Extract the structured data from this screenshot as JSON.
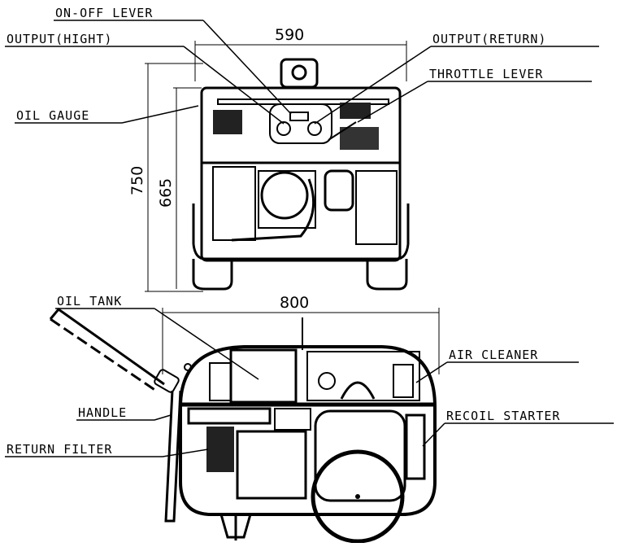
{
  "labels": {
    "on_off_lever": "ON-OFF LEVER",
    "output_hight": "OUTPUT(HIGHT)",
    "output_return": "OUTPUT(RETURN)",
    "throttle_lever": "THROTTLE LEVER",
    "oil_gauge": "OIL GAUGE",
    "oil_tank": "OIL TANK",
    "air_cleaner": "AIR CLEANER",
    "handle": "HANDLE",
    "recoil_starter": "RECOIL STARTER",
    "return_filter": "RETURN FILTER"
  },
  "dimensions": {
    "front_width": "590",
    "front_height_total": "750",
    "front_height_frame": "665",
    "side_length": "800"
  }
}
